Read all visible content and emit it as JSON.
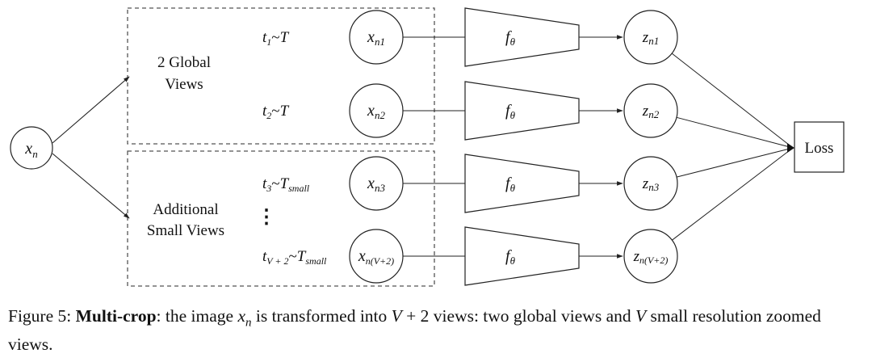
{
  "diagram": {
    "input": {
      "base": "x",
      "sub": "n"
    },
    "group_global_label": [
      "2 Global",
      "Views"
    ],
    "group_small_label": [
      "Additional",
      "Small Views"
    ],
    "ellipsis": "⋮",
    "transforms": [
      {
        "t": "t",
        "t_sub": "1",
        "T": "T",
        "T_sub": ""
      },
      {
        "t": "t",
        "t_sub": "2",
        "T": "T",
        "T_sub": ""
      },
      {
        "t": "t",
        "t_sub": "3",
        "T": "T",
        "T_sub": "small"
      },
      {
        "t": "t",
        "t_sub": "V + 2",
        "T": "T",
        "T_sub": "small"
      }
    ],
    "tilde": "~",
    "views": [
      {
        "base": "x",
        "sub": "n1"
      },
      {
        "base": "x",
        "sub": "n2"
      },
      {
        "base": "x",
        "sub": "n3"
      },
      {
        "base": "x",
        "sub": "n(V+2)"
      }
    ],
    "encoder": {
      "base": "f",
      "sub": "θ"
    },
    "outputs": [
      {
        "base": "z",
        "sub": "n1"
      },
      {
        "base": "z",
        "sub": "n2"
      },
      {
        "base": "z",
        "sub": "n3"
      },
      {
        "base": "z",
        "sub": "n(V+2)"
      }
    ],
    "loss_label": "Loss"
  },
  "caption": {
    "prefix": "Figure 5: ",
    "bold": "Multi-crop",
    "part1": ": the image ",
    "var_x": "x",
    "var_n": "n",
    "part2": " is transformed into ",
    "var_V": "V",
    "part3": " + 2 views: two global views and ",
    "var_V2": "V",
    "part4": " small resolution zoomed views."
  }
}
